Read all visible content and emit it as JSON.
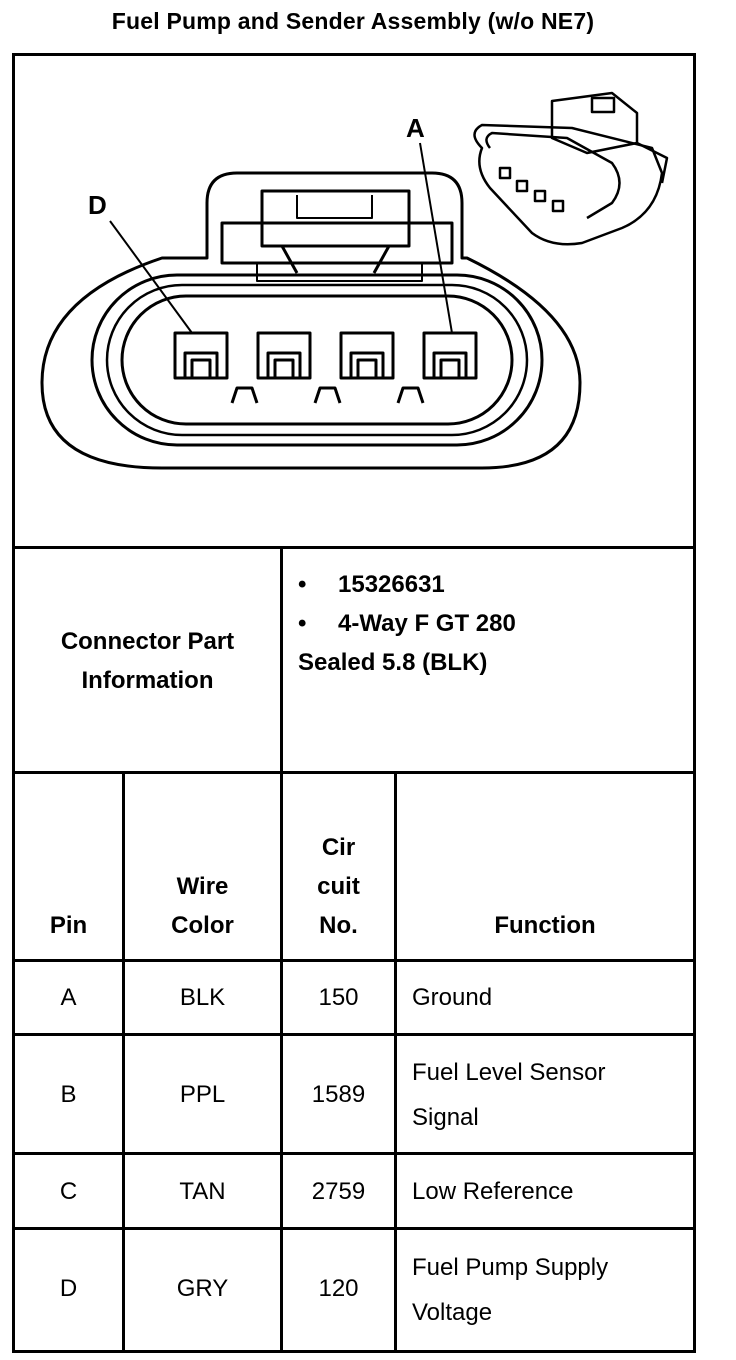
{
  "title": "Fuel Pump and Sender Assembly (w/o NE7)",
  "diagram": {
    "labels": [
      "A",
      "D"
    ]
  },
  "connector_info": {
    "label": "Connector Part Information",
    "items": [
      "15326631",
      "4-Way F GT 280"
    ],
    "extra": "Sealed 5.8 (BLK)"
  },
  "table": {
    "headers": {
      "pin": "Pin",
      "wire_color": [
        "Wire",
        "Color"
      ],
      "circuit": [
        "Cir",
        "cuit",
        "No."
      ],
      "function": "Function"
    },
    "rows": [
      {
        "pin": "A",
        "color": "BLK",
        "circuit": "150",
        "function": [
          "Ground"
        ]
      },
      {
        "pin": "B",
        "color": "PPL",
        "circuit": "1589",
        "function": [
          "Fuel Level Sensor",
          "Signal"
        ]
      },
      {
        "pin": "C",
        "color": "TAN",
        "circuit": "2759",
        "function": [
          "Low Reference"
        ]
      },
      {
        "pin": "D",
        "color": "GRY",
        "circuit": "120",
        "function": [
          "Fuel Pump Supply",
          "Voltage"
        ]
      }
    ]
  }
}
